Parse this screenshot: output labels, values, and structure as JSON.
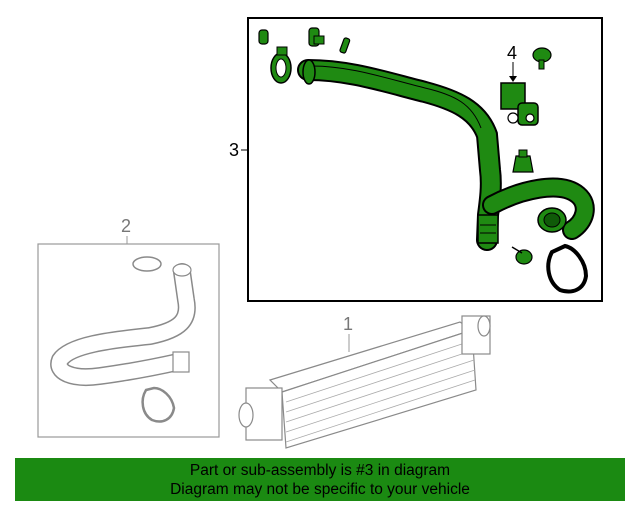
{
  "callouts": {
    "part1": "1",
    "part2": "2",
    "part3": "3",
    "part4": "4"
  },
  "banner": {
    "line1": "Part or sub-assembly is #3 in diagram",
    "line2": "Diagram may not be specific to your vehicle"
  },
  "colors": {
    "highlight_part": "#1f8a12",
    "banner_bg": "#1b8a12",
    "outline": "#000000",
    "faded_outline": "#8a8a8a"
  }
}
